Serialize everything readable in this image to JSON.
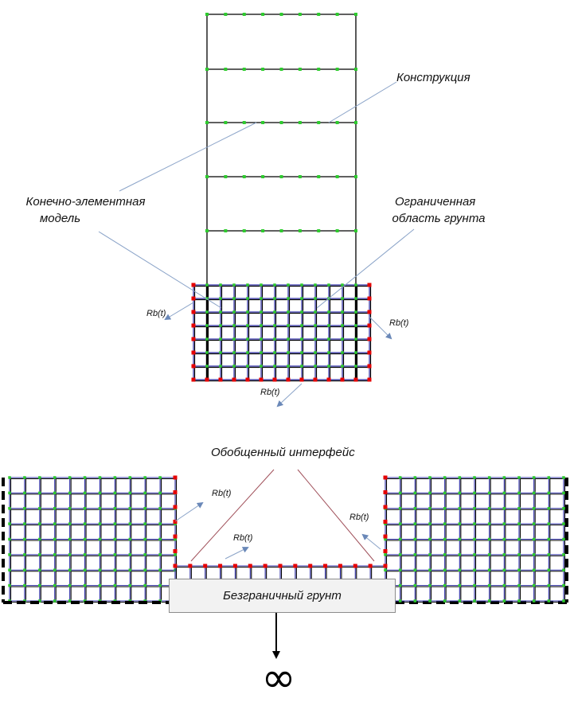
{
  "labels": {
    "structure": "Конструкция",
    "fe_model_line1": "Конечно-элементная",
    "fe_model_line2": "модель",
    "bounded_soil_line1": "Ограниченная",
    "bounded_soil_line2": "область грунта",
    "generalized_interface": "Обобщенный интерфейс",
    "unbounded_soil": "Безграничный грунт",
    "rb": "Rb(t)",
    "infinity": "∞"
  },
  "colors": {
    "frame": "#000000",
    "grid_blue": "#3333aa",
    "grid_black": "#000000",
    "node_green": "#2ecc2e",
    "node_red": "#e60000",
    "leader": "#8aa3c8",
    "interface_line": "#a0505a"
  }
}
